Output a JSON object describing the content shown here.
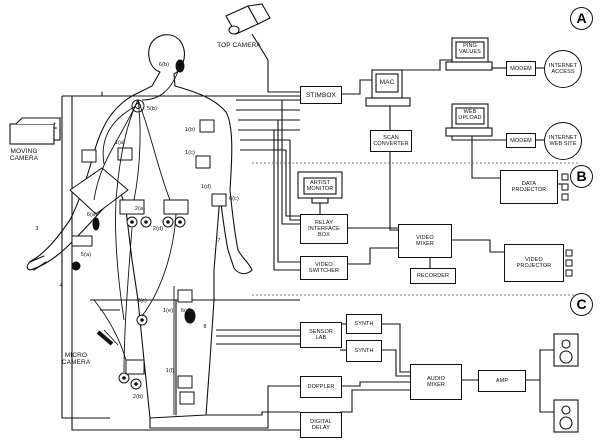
{
  "sections": [
    "A",
    "B",
    "C"
  ],
  "cameras": {
    "top": "TOP CAMERA",
    "moving": "MOVING\nCAMERA",
    "micro": "MICRO\nCAMERA"
  },
  "network": {
    "stimbox": "STIMBOX",
    "mac": "MAC",
    "ping_values": "PING\nVALUES",
    "modem_a": "MODEM",
    "internet_access": "INTERNET\nACCESS",
    "web_upload": "WEB\nUPLOAD",
    "modem_b": "MODEM",
    "internet_web_site": "INTERNET\nWEB SITE",
    "scan_converter": "SCAN\nCONVERTER"
  },
  "video": {
    "artist_monitor": "ARTIST\nMONITOR",
    "data_projector": "DATA\nPROJECTOR",
    "relay_interface_box": "RELAY\nINTERFACE\nBOX",
    "video_mixer": "VIDEO\nMIXER",
    "video_switcher": "VIDEO\nSWITCHER",
    "recorder": "RECORDER",
    "video_projector": "VIDEO\nPROJECTOR"
  },
  "audio": {
    "sensor_lab": "SENSOR\nLAB",
    "synth_1": "SYNTH",
    "synth_2": "SYNTH",
    "audio_mixer": "AUDIO\nMIXER",
    "amp": "AMP",
    "doppler": "DOPPLER",
    "digital_delay": "DIGITAL\nDELAY"
  },
  "body_labels": {
    "l_6b": "6(b)",
    "l_5b": "5(b)",
    "l_1b": "1(b)",
    "l_1a": "1(a)",
    "l_1c": "1(c)",
    "l_1d": "1(d)",
    "l_6c": "6(c)",
    "l_6a": "6(a)",
    "l_2a": "2(a)",
    "l_2d": "2(d)",
    "l_3": "3",
    "l_5a": "5(a)",
    "l_4": "4",
    "l_7": "7",
    "l_2c": "2(c)",
    "l_1e": "1(e)",
    "l_6d": "6(d)",
    "l_8": "8",
    "l_2b": "2(b)",
    "l_1f": "1(f)"
  }
}
